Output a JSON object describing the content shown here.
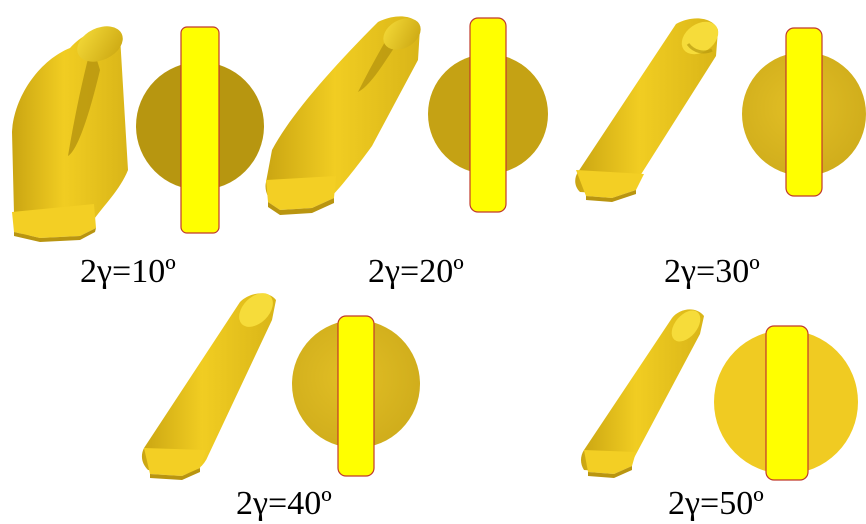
{
  "colors": {
    "background": "#ffffff",
    "solid_body": "#e9c21a",
    "solid_shade": "#b89a10",
    "solid_dark": "#6e5a08",
    "disc": "#d7b21f",
    "strip": "#ffff00",
    "strip_outline": "#c0392b",
    "caption_text": "#000000"
  },
  "panels": [
    {
      "caption": "2γ=10º"
    },
    {
      "caption": "2γ=20º"
    },
    {
      "caption": "2γ=30º"
    },
    {
      "caption": "2γ=40º"
    },
    {
      "caption": "2γ=50º"
    }
  ]
}
